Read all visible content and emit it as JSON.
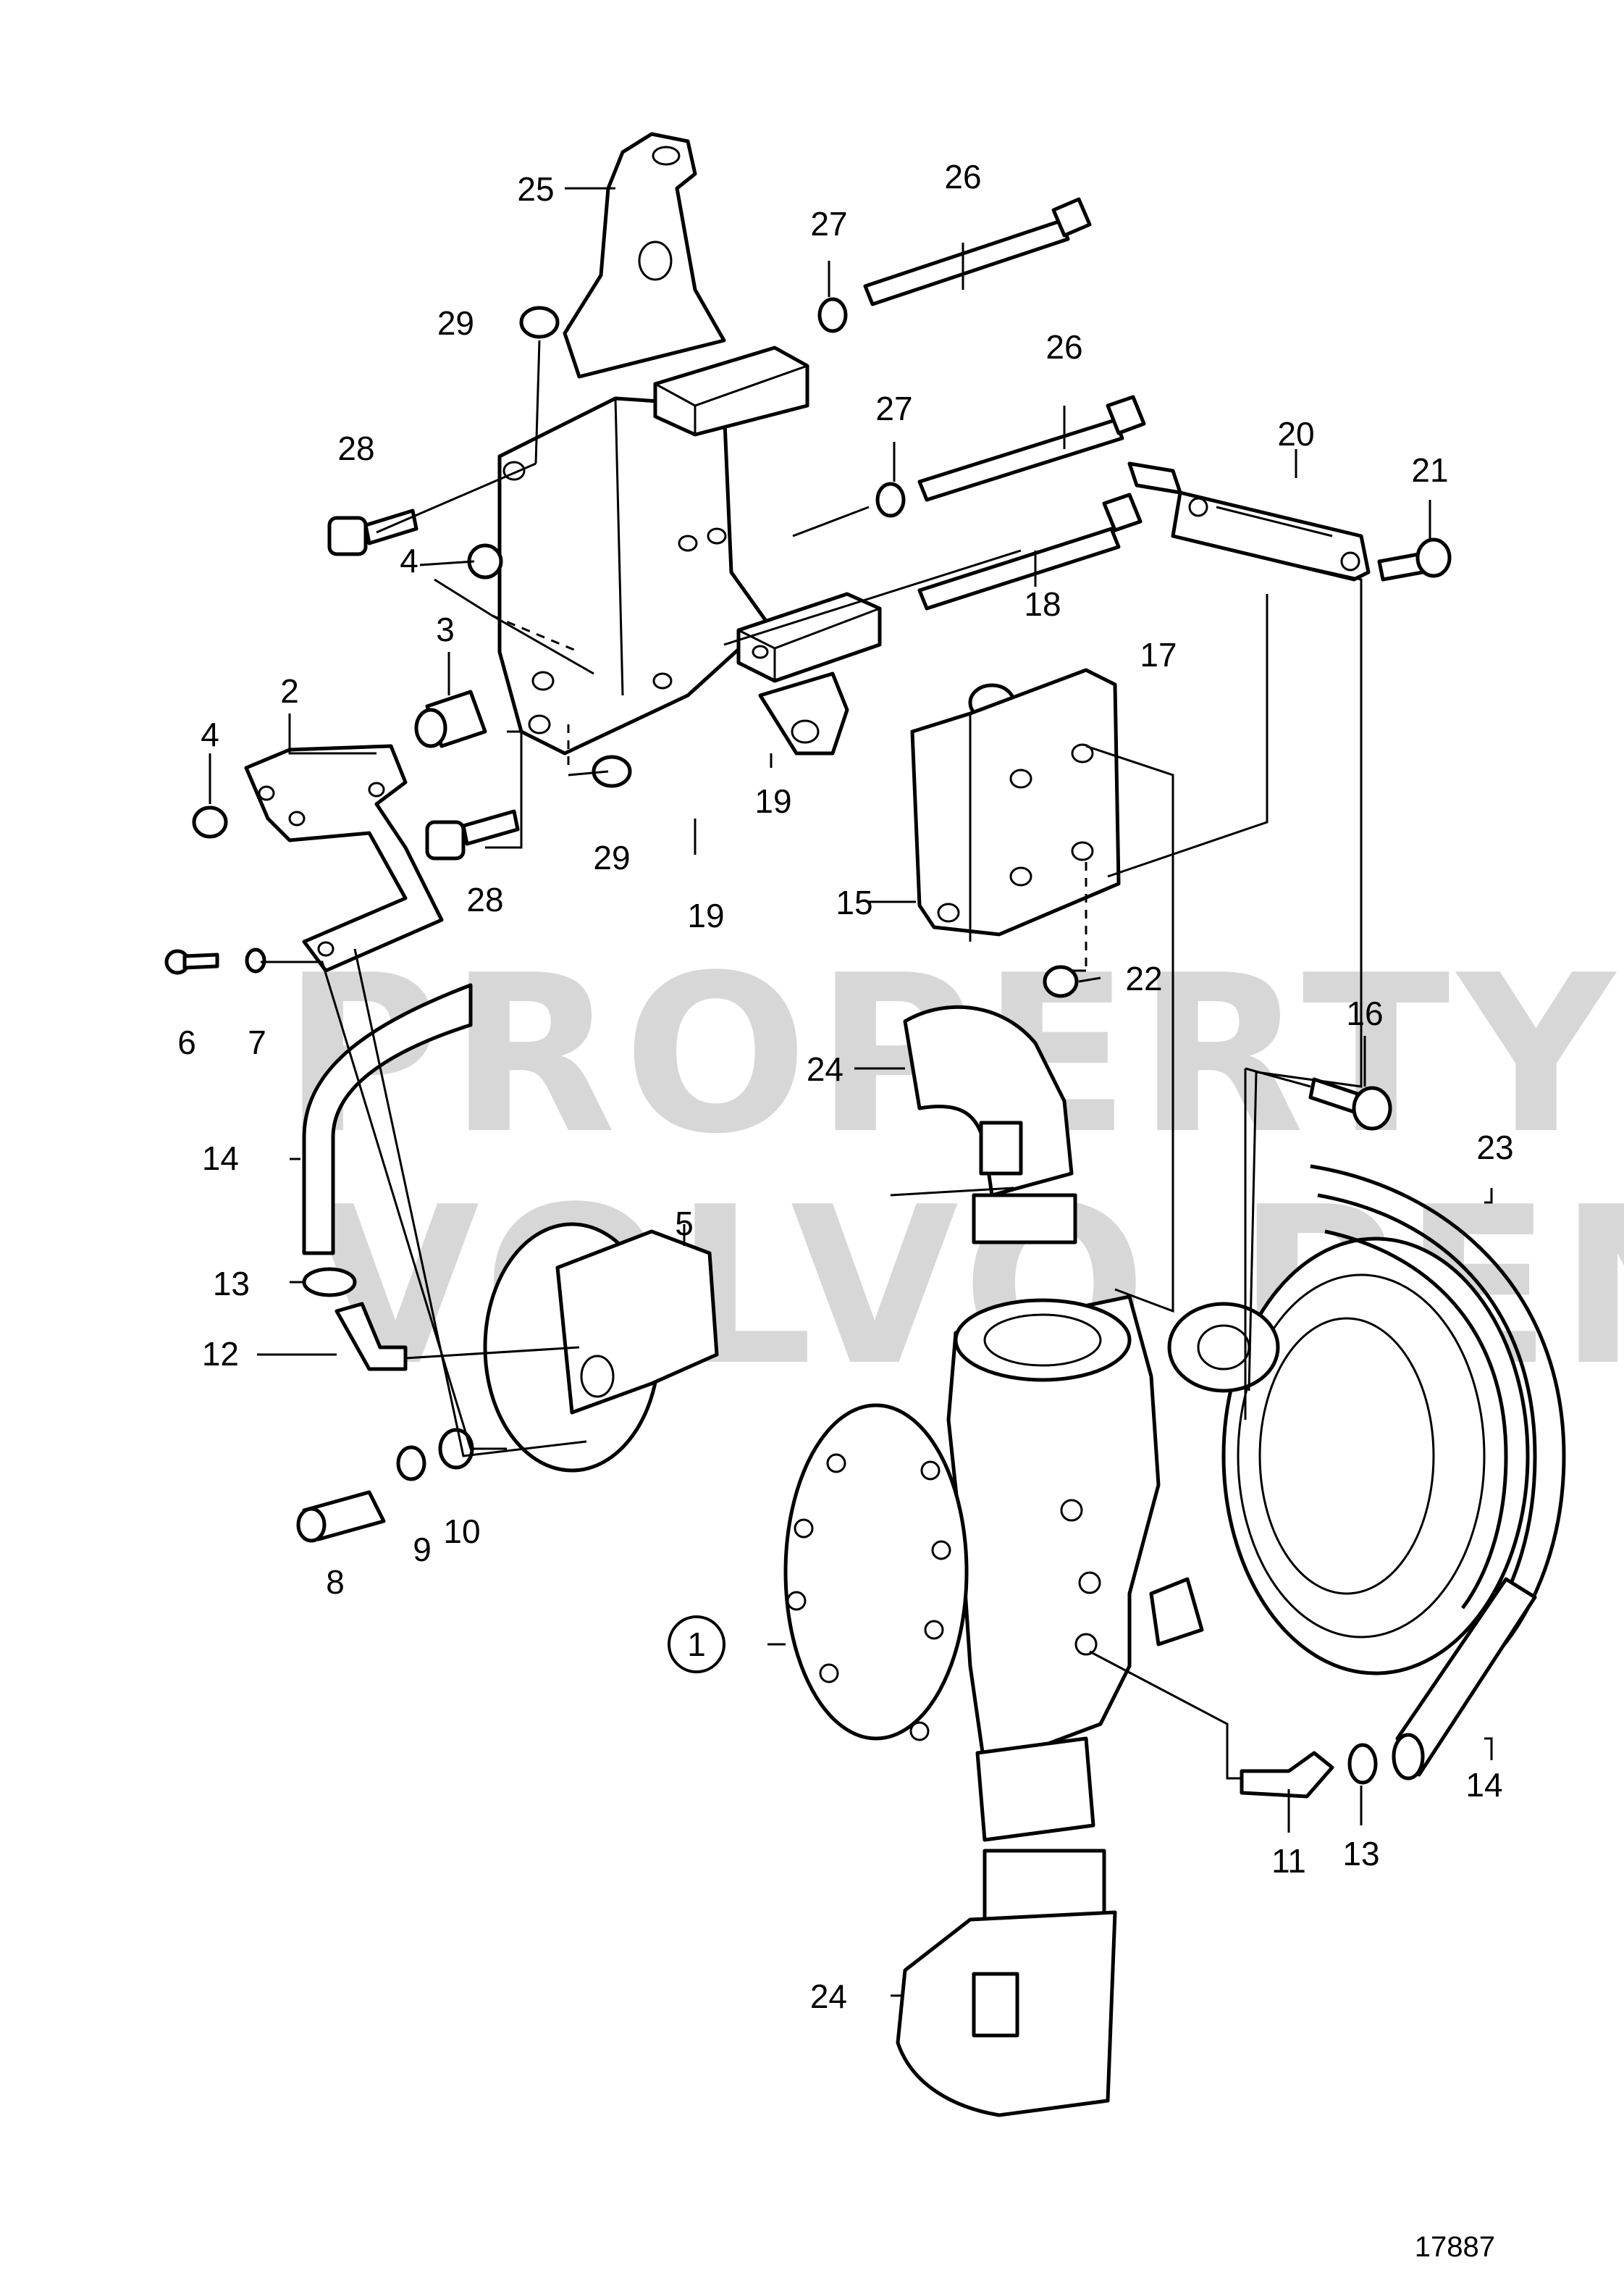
{
  "figure_number": "17887",
  "watermark": {
    "line1": "PROPERTY OF",
    "line2": "VOLVO PENTA"
  },
  "callouts": {
    "c1": "1",
    "c2": "2",
    "c3": "3",
    "c4a": "4",
    "c4b": "4",
    "c5": "5",
    "c6": "6",
    "c7": "7",
    "c8": "8",
    "c9": "9",
    "c10": "10",
    "c11": "11",
    "c12": "12",
    "c13a": "13",
    "c13b": "13",
    "c14a": "14",
    "c14b": "14",
    "c15": "15",
    "c16": "16",
    "c17": "17",
    "c18": "18",
    "c19a": "19",
    "c19b": "19",
    "c20": "20",
    "c21": "21",
    "c22": "22",
    "c23": "23",
    "c24a": "24",
    "c24b": "24",
    "c25": "25",
    "c26a": "26",
    "c26b": "26",
    "c27a": "27",
    "c27b": "27",
    "c28a": "28",
    "c28b": "28",
    "c29a": "29",
    "c29b": "29"
  }
}
